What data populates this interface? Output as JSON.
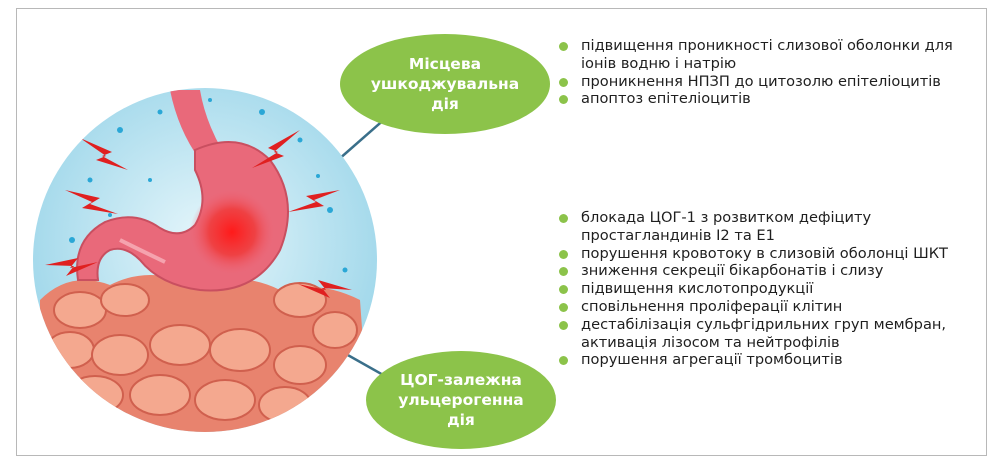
{
  "diagram": {
    "top_node": {
      "label_lines": [
        "Місцева",
        "ушкоджувальна",
        "дія"
      ]
    },
    "bottom_node": {
      "label_lines": [
        "ЦОГ-залежна",
        "ульцерогенна",
        "дія"
      ]
    },
    "local_effects": [
      "підвищення проникності слизової оболонки для іонів водню і натрію",
      "проникнення НПЗП до цитозолю епітеліоцитів",
      "апоптоз епітеліоцитів"
    ],
    "cox_effects": [
      "блокада ЦОГ-1 з розвитком дефіциту простагландинів I2 та E1",
      "порушення кровотоку в слизовій оболонці ШКТ",
      "зниження секреції бікарбонатів і слизу",
      "підвищення кислотопродукції",
      "сповільнення проліферації клітин",
      "дестабілізація сульфгідрильних груп мембран, активація лізосом та нейтрофілів",
      "порушення агрегації тромбоцитів"
    ],
    "colors": {
      "node_fill": "#8cc34a",
      "bullet": "#8cc34a",
      "connector": "#3a6f8a",
      "circle_bg": "#bfe6f2",
      "stomach": "#e9697a",
      "intestine": "#e87e6c",
      "pain_bolt": "#e02020"
    },
    "icons": [
      "stomach-illustration",
      "intestine-illustration",
      "pain-lightning-icon",
      "inflammation-spot"
    ]
  }
}
